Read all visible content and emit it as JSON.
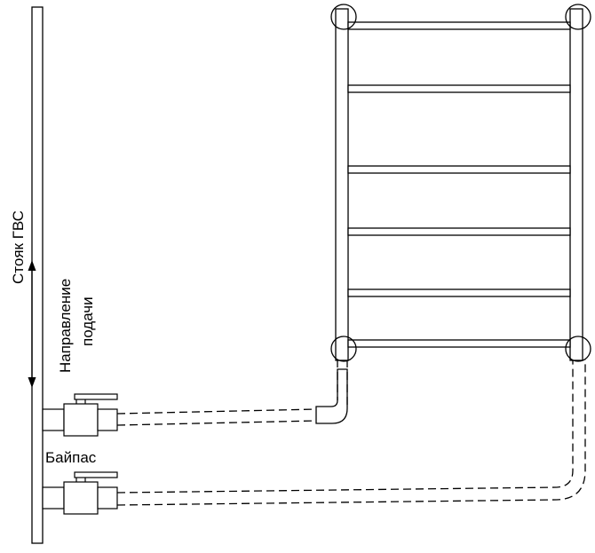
{
  "labels": {
    "riser": "Стояк ГВС",
    "direction_line1": "Направление",
    "direction_line2": "подачи",
    "bypass": "Байпас"
  },
  "colors": {
    "line": "#000000",
    "background": "#ffffff"
  },
  "towel_rail": {
    "crossbar_count": 6
  },
  "valves": {
    "count": 2
  },
  "icons": {
    "flow_direction": "double-arrow-icon"
  }
}
